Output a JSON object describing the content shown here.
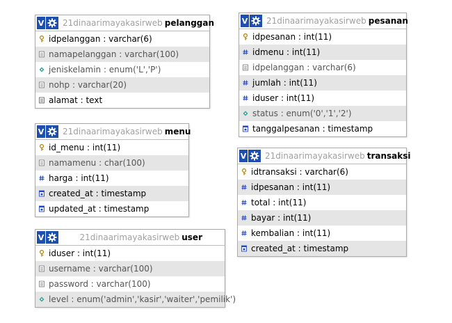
{
  "tables": [
    {
      "db": "21dinaarimayakasirweb",
      "name": "pelanggan",
      "columns": [
        {
          "text": "idpelanggan : varchar(6)",
          "icon": "key-icon"
        },
        {
          "text": "namapelanggan : varchar(100)",
          "icon": "varchar-icon"
        },
        {
          "text": "jeniskelamin : enum('L','P')",
          "icon": "enum-icon"
        },
        {
          "text": "nohp : varchar(20)",
          "icon": "varchar-icon"
        },
        {
          "text": "alamat : text",
          "icon": "text-icon"
        }
      ]
    },
    {
      "db": "21dinaarimayakasirweb",
      "name": "menu",
      "columns": [
        {
          "text": "id_menu : int(11)",
          "icon": "key-icon"
        },
        {
          "text": "namamenu : char(100)",
          "icon": "varchar-icon"
        },
        {
          "text": "harga : int(11)",
          "icon": "number-icon"
        },
        {
          "text": "created_at : timestamp",
          "icon": "timestamp-icon"
        },
        {
          "text": "updated_at : timestamp",
          "icon": "timestamp-icon"
        }
      ]
    },
    {
      "db": "21dinaarimayakasirweb",
      "name": "user",
      "columns": [
        {
          "text": "iduser : int(11)",
          "icon": "key-icon"
        },
        {
          "text": "username : varchar(100)",
          "icon": "varchar-icon"
        },
        {
          "text": "password : varchar(100)",
          "icon": "varchar-icon"
        },
        {
          "text": "level : enum('admin','kasir','waiter','pemilik')",
          "icon": "enum-icon"
        }
      ]
    },
    {
      "db": "21dinaarimayakasirweb",
      "name": "pesanan",
      "columns": [
        {
          "text": "idpesanan : int(11)",
          "icon": "key-icon"
        },
        {
          "text": "idmenu : int(11)",
          "icon": "number-icon"
        },
        {
          "text": "idpelanggan : varchar(6)",
          "icon": "varchar-icon"
        },
        {
          "text": "jumlah : int(11)",
          "icon": "number-icon"
        },
        {
          "text": "iduser : int(11)",
          "icon": "number-icon"
        },
        {
          "text": "status : enum('0','1','2')",
          "icon": "enum-icon"
        },
        {
          "text": "tanggalpesanan : timestamp",
          "icon": "timestamp-icon"
        }
      ]
    },
    {
      "db": "21dinaarimayakasirweb",
      "name": "transaksi",
      "columns": [
        {
          "text": "idtransaksi : varchar(6)",
          "icon": "key-icon"
        },
        {
          "text": "idpesanan : int(11)",
          "icon": "number-icon"
        },
        {
          "text": "total : int(11)",
          "icon": "number-icon"
        },
        {
          "text": "bayar : int(11)",
          "icon": "number-icon"
        },
        {
          "text": "kembalian : int(11)",
          "icon": "number-icon"
        },
        {
          "text": "created_at : timestamp",
          "icon": "timestamp-icon"
        }
      ]
    }
  ],
  "colors": {
    "header_button": "#1f4fae",
    "database_text": "#a0a0a0",
    "alt_row": "#e5e5e5",
    "border": "#a9a9a9"
  }
}
